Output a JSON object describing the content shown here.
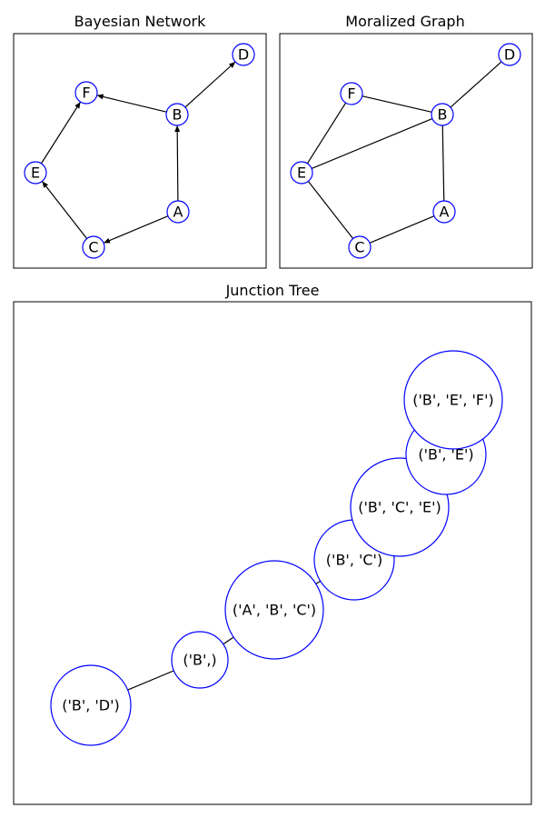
{
  "colors": {
    "node_stroke": "#0000ff",
    "edge": "#000000",
    "frame": "#000000"
  },
  "bayesian_network": {
    "title": "Bayesian Network",
    "nodes": [
      "A",
      "B",
      "C",
      "D",
      "E",
      "F"
    ],
    "edges": [
      [
        "A",
        "B"
      ],
      [
        "B",
        "D"
      ],
      [
        "B",
        "F"
      ],
      [
        "A",
        "C"
      ],
      [
        "C",
        "E"
      ],
      [
        "E",
        "F"
      ]
    ],
    "directed": true
  },
  "moralized_graph": {
    "title": "Moralized Graph",
    "nodes": [
      "A",
      "B",
      "C",
      "D",
      "E",
      "F"
    ],
    "edges": [
      [
        "A",
        "B"
      ],
      [
        "B",
        "D"
      ],
      [
        "B",
        "F"
      ],
      [
        "A",
        "C"
      ],
      [
        "C",
        "E"
      ],
      [
        "E",
        "F"
      ],
      [
        "B",
        "E"
      ]
    ],
    "directed": false
  },
  "junction_tree": {
    "title": "Junction Tree",
    "nodes": [
      {
        "id": "BD",
        "label": "('B', 'D')"
      },
      {
        "id": "B",
        "label": "('B',)"
      },
      {
        "id": "ABC",
        "label": "('A', 'B', 'C')"
      },
      {
        "id": "BC",
        "label": "('B', 'C')"
      },
      {
        "id": "BCE",
        "label": "('B', 'C', 'E')"
      },
      {
        "id": "BE",
        "label": "('B', 'E')"
      },
      {
        "id": "BEF",
        "label": "('B', 'E', 'F')"
      }
    ],
    "edges": [
      [
        "BD",
        "B"
      ],
      [
        "B",
        "ABC"
      ],
      [
        "ABC",
        "BC"
      ],
      [
        "BC",
        "BCE"
      ],
      [
        "BCE",
        "BE"
      ],
      [
        "BE",
        "BEF"
      ]
    ]
  }
}
